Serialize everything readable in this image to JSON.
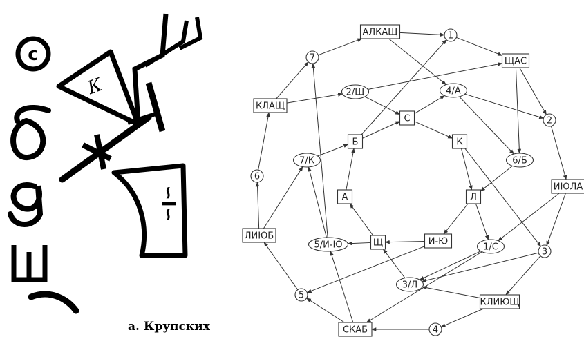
{
  "artwork": {
    "signature": "a. Крупских",
    "glyphs": [
      "©",
      "б",
      "а",
      "Ш",
      "К",
      "∽I∽"
    ]
  },
  "graph": {
    "nodes": [
      {
        "id": "alkasch",
        "label": "АЛКАЩ",
        "shape": "box"
      },
      {
        "id": "n1",
        "label": "1",
        "shape": "ellipse"
      },
      {
        "id": "schas",
        "label": "ЩАС",
        "shape": "box"
      },
      {
        "id": "n7",
        "label": "7",
        "shape": "ellipse"
      },
      {
        "id": "n2sch",
        "label": "2/Щ",
        "shape": "ellipse"
      },
      {
        "id": "n4a",
        "label": "4/А",
        "shape": "ellipse"
      },
      {
        "id": "klasch",
        "label": "КЛАЩ",
        "shape": "box"
      },
      {
        "id": "s",
        "label": "С",
        "shape": "box"
      },
      {
        "id": "n2",
        "label": "2",
        "shape": "ellipse"
      },
      {
        "id": "b",
        "label": "Б",
        "shape": "box"
      },
      {
        "id": "k",
        "label": "К",
        "shape": "box"
      },
      {
        "id": "n7k",
        "label": "7/К",
        "shape": "ellipse"
      },
      {
        "id": "n6b",
        "label": "6/Б",
        "shape": "ellipse"
      },
      {
        "id": "n6",
        "label": "6",
        "shape": "ellipse"
      },
      {
        "id": "iyula",
        "label": "ИЮЛА",
        "shape": "box"
      },
      {
        "id": "a",
        "label": "А",
        "shape": "box"
      },
      {
        "id": "l",
        "label": "Л",
        "shape": "box"
      },
      {
        "id": "liyub",
        "label": "ЛИЮБ",
        "shape": "box"
      },
      {
        "id": "n5iyu",
        "label": "5/И-Ю",
        "shape": "ellipse"
      },
      {
        "id": "sch",
        "label": "Щ",
        "shape": "box"
      },
      {
        "id": "iyu",
        "label": "И-Ю",
        "shape": "box"
      },
      {
        "id": "n1s",
        "label": "1/С",
        "shape": "ellipse"
      },
      {
        "id": "n3",
        "label": "3",
        "shape": "ellipse"
      },
      {
        "id": "n3l",
        "label": "3/Л",
        "shape": "ellipse"
      },
      {
        "id": "n5",
        "label": "5",
        "shape": "ellipse"
      },
      {
        "id": "kliyusch",
        "label": "КЛИЮЩ",
        "shape": "box"
      },
      {
        "id": "n4",
        "label": "4",
        "shape": "ellipse"
      },
      {
        "id": "skab",
        "label": "СКАБ",
        "shape": "box"
      }
    ],
    "edges": [
      [
        "alkasch",
        "n1"
      ],
      [
        "alkasch",
        "n4a"
      ],
      [
        "n1",
        "schas"
      ],
      [
        "n7",
        "alkasch"
      ],
      [
        "klasch",
        "n7"
      ],
      [
        "klasch",
        "n2sch"
      ],
      [
        "n2sch",
        "schas"
      ],
      [
        "n2sch",
        "s"
      ],
      [
        "schas",
        "n6b"
      ],
      [
        "schas",
        "n2"
      ],
      [
        "n4a",
        "n2"
      ],
      [
        "n4a",
        "n6b"
      ],
      [
        "s",
        "n4a"
      ],
      [
        "s",
        "k"
      ],
      [
        "b",
        "s"
      ],
      [
        "b",
        "n1"
      ],
      [
        "n7k",
        "b"
      ],
      [
        "a",
        "b"
      ],
      [
        "n2",
        "iyula"
      ],
      [
        "iyula",
        "n3"
      ],
      [
        "iyula",
        "n1s"
      ],
      [
        "k",
        "l"
      ],
      [
        "k",
        "n3"
      ],
      [
        "n6b",
        "l"
      ],
      [
        "l",
        "iyu"
      ],
      [
        "l",
        "n1s"
      ],
      [
        "iyu",
        "sch"
      ],
      [
        "sch",
        "a"
      ],
      [
        "sch",
        "n5iyu"
      ],
      [
        "n5iyu",
        "n7k"
      ],
      [
        "n5iyu",
        "n7"
      ],
      [
        "liyub",
        "n7k"
      ],
      [
        "n6",
        "klasch"
      ],
      [
        "liyub",
        "n6"
      ],
      [
        "n5",
        "liyub"
      ],
      [
        "iyu",
        "n5"
      ],
      [
        "n3",
        "kliyusch"
      ],
      [
        "n3",
        "n3l"
      ],
      [
        "kliyusch",
        "n3l"
      ],
      [
        "kliyusch",
        "n4"
      ],
      [
        "n4",
        "skab"
      ],
      [
        "n3l",
        "sch"
      ],
      [
        "n1s",
        "skab"
      ],
      [
        "n1s",
        "n3l"
      ],
      [
        "skab",
        "n5"
      ],
      [
        "skab",
        "n5iyu"
      ]
    ]
  }
}
